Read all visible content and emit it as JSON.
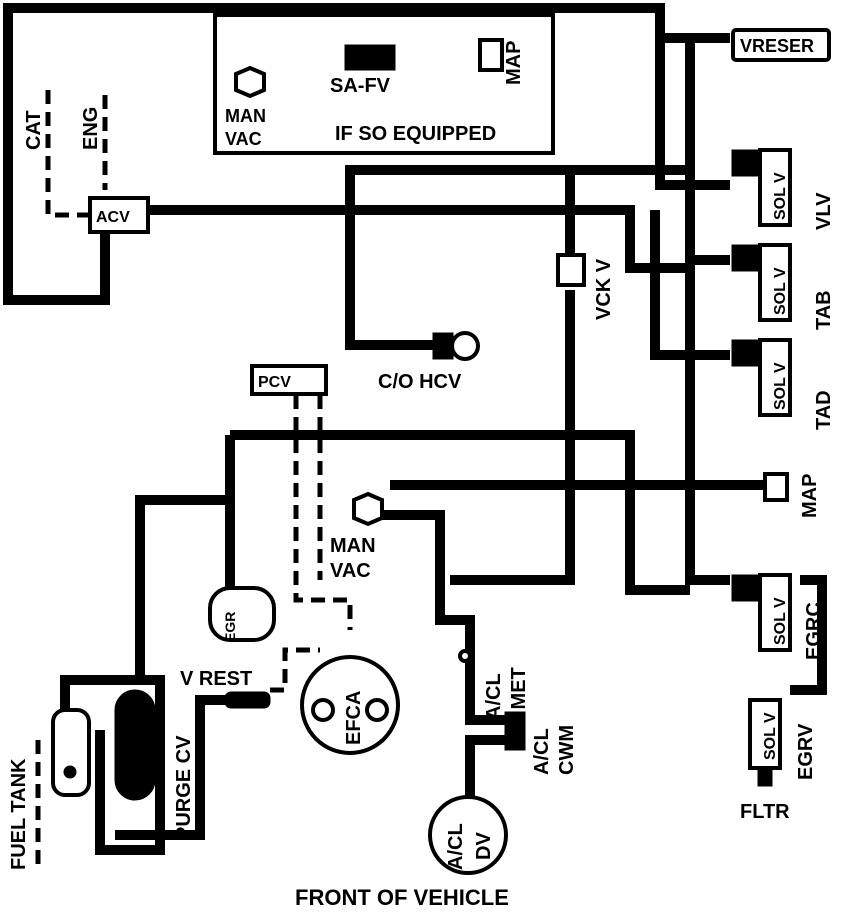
{
  "labels": {
    "vreser": "VRESER",
    "map_top": "MAP",
    "sa_fv": "SA-FV",
    "man_top": "MAN",
    "vac_top": "VAC",
    "if_so_equipped": "IF SO EQUIPPED",
    "cat": "CAT",
    "eng": "ENG",
    "acv": "ACV",
    "sol_v": "SOL V",
    "vlv": "VLV",
    "tab": "TAB",
    "tad": "TAD",
    "vck_v": "VCK V",
    "co_hcv": "C/O HCV",
    "pcv": "PCV",
    "map_right": "MAP",
    "man_mid": "MAN",
    "vac_mid": "VAC",
    "egr": "EGR",
    "v_rest": "V REST",
    "efca": "EFCA",
    "acl_bimet_1": "A/CL",
    "acl_bimet_2": "BI MET",
    "acl_cwm_1": "A/CL",
    "acl_cwm_2": "CWM",
    "acl_dv_1": "A/CL",
    "acl_dv_2": "DV",
    "egrc": "EGRC",
    "egrv": "EGRV",
    "fltr": "FLTR",
    "purge_cv": "PURGE CV",
    "fuel_tank": "FUEL TANK",
    "front_of_vehicle": "FRONT OF VEHICLE"
  }
}
